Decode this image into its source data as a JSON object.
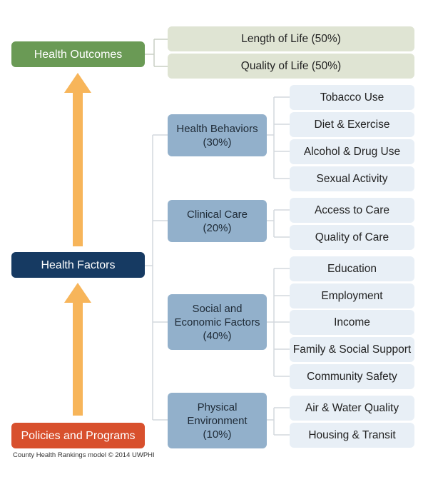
{
  "outcomes": {
    "label": "Health Outcomes",
    "items": [
      "Length of Life (50%)",
      "Quality of Life (50%)"
    ]
  },
  "factors_label": "Health Factors",
  "policies_label": "Policies and Programs",
  "categories": {
    "behaviors": {
      "line1": "Health Behaviors",
      "line2": "(30%)",
      "items": [
        "Tobacco Use",
        "Diet & Exercise",
        "Alcohol & Drug Use",
        "Sexual Activity"
      ]
    },
    "clinical": {
      "line1": "Clinical Care",
      "line2": "(20%)",
      "items": [
        "Access to Care",
        "Quality of Care"
      ]
    },
    "social": {
      "line1": "Social and",
      "line2": "Economic Factors",
      "line3": "(40%)",
      "items": [
        "Education",
        "Employment",
        "Income",
        "Family & Social Support",
        "Community Safety"
      ]
    },
    "physical": {
      "line1": "Physical",
      "line2": "Environment",
      "line3": "(10%)",
      "items": [
        "Air & Water Quality",
        "Housing & Transit"
      ]
    }
  },
  "caption": "County Health Rankings model © 2014 UWPHI",
  "colors": {
    "outcomes": "#6a9a55",
    "factors": "#163a62",
    "policies": "#d8502d",
    "arrow": "#f7b55a",
    "category": "#92b0cb",
    "leaf": "#e8eff6",
    "outcome_item": "#dfe4d3"
  }
}
